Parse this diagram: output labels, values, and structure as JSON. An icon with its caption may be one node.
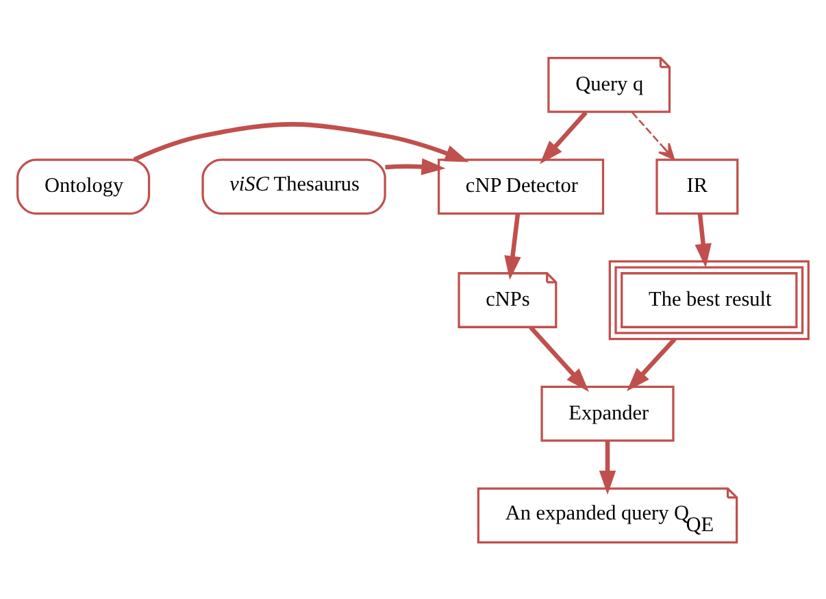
{
  "diagram": {
    "nodes": [
      {
        "text": [
          "Query q"
        ]
      },
      {
        "text": [
          "Ontology"
        ]
      },
      {
        "text": [
          "*viSC* Thesaurus"
        ]
      },
      {
        "text": [
          "cNP Detector"
        ]
      },
      {
        "text": [
          "IR"
        ]
      },
      {
        "text": [
          "cNPs"
        ]
      },
      {
        "text": [
          "The best result"
        ]
      },
      {
        "text": [
          "Expander"
        ]
      },
      {
        "text": [
          "An expanded query Q$_{QE}$"
        ]
      }
    ],
    "edges": [
      {
        "from": 0,
        "to": 3,
        "arrow": "to"
      },
      {
        "from": 0,
        "to": 4,
        "arrow": "to",
        "style": "dashed"
      },
      {
        "from": 1,
        "to": 3,
        "arrow": "to"
      },
      {
        "from": 2,
        "to": 3,
        "arrow": "to"
      },
      {
        "from": 3,
        "to": 5,
        "arrow": "to"
      },
      {
        "from": 4,
        "to": 6,
        "arrow": "to"
      },
      {
        "from": 5,
        "to": 7,
        "arrow": "to"
      },
      {
        "from": 6,
        "to": 7,
        "arrow": "to"
      },
      {
        "from": 7,
        "to": 8,
        "arrow": "to"
      }
    ]
  }
}
